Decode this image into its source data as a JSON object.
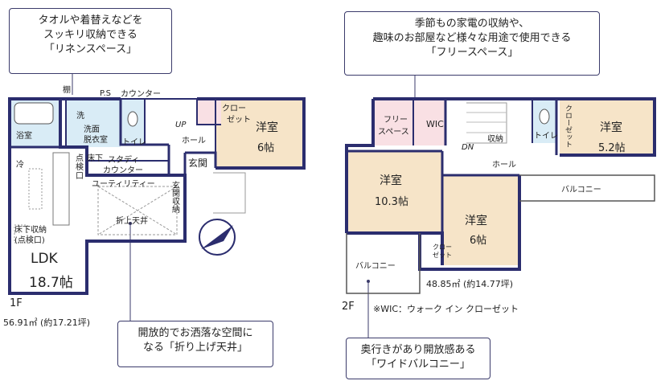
{
  "callouts": {
    "linen": [
      "タオルや着替えなどを",
      "スッキリ収納できる",
      "「リネンスペース」"
    ],
    "free": [
      "季節もの家電の収納や、",
      "趣味のお部屋など様々な用途で使用できる",
      "「フリースペース」"
    ],
    "ceiling": [
      "開放的でお洒落な空間に",
      "なる「折り上げ天井」"
    ],
    "balcony": [
      "奥行きがあり開放感ある",
      "「ワイドバルコニー」"
    ]
  },
  "floor1": {
    "label": "1F",
    "area": "56.91㎡ (約17.21坪)",
    "rooms": {
      "bath": "浴室",
      "washroom1": "洗面",
      "washroom2": "脱衣室",
      "wash": "洗",
      "tana": "棚",
      "ps": "P.S",
      "counter_top": "カウンター",
      "toilet": "トイレ",
      "up": "UP",
      "hall": "ホール",
      "closet1": "クロー",
      "closet2": "ゼット",
      "yoshitsu": "洋室",
      "yoshitsu_size": "6帖",
      "tenken1": "点",
      "tenken2": "検",
      "tenken3": "口",
      "yuka": "床下",
      "study1": "スタディ",
      "study2": "カウンター",
      "genkan": "玄関",
      "utility": "ユーティリティー",
      "genkan_storage": [
        "玄",
        "関",
        "収",
        "納"
      ],
      "oriage": "折上天井",
      "rei": "冷",
      "underfloor1": "床下収納",
      "underfloor2": "(点検口)",
      "ldk": "LDK",
      "ldk_size": "18.7帖"
    }
  },
  "floor2": {
    "label": "2F",
    "area": "48.85㎡ (約14.77坪)",
    "note": "※WIC：ウォーク イン クローゼット",
    "rooms": {
      "free1": "フリー",
      "free2": "スペース",
      "wic": "WIC",
      "storage": "収納",
      "toilet": "トイレ",
      "dn": "DN",
      "hall": "ホール",
      "closet_v": "クローゼット",
      "yoshitsu_a": "洋室",
      "yoshitsu_a_size": "5.2帖",
      "balcony_a": "バルコニー",
      "yoshitsu_b": "洋室",
      "yoshitsu_b_size": "10.3帖",
      "yoshitsu_c": "洋室",
      "yoshitsu_c_size": "6帖",
      "balcony_b": "バルコニー",
      "closet2a": "クロー",
      "closet2b": "ゼット"
    }
  },
  "compass": "N",
  "colors": {
    "wall": "#2b2d6e",
    "room_fill": "#f6e4c8",
    "wet_fill": "#d9ecf6",
    "pink_fill": "#f9e0e4",
    "line": "#3b3b6b"
  }
}
